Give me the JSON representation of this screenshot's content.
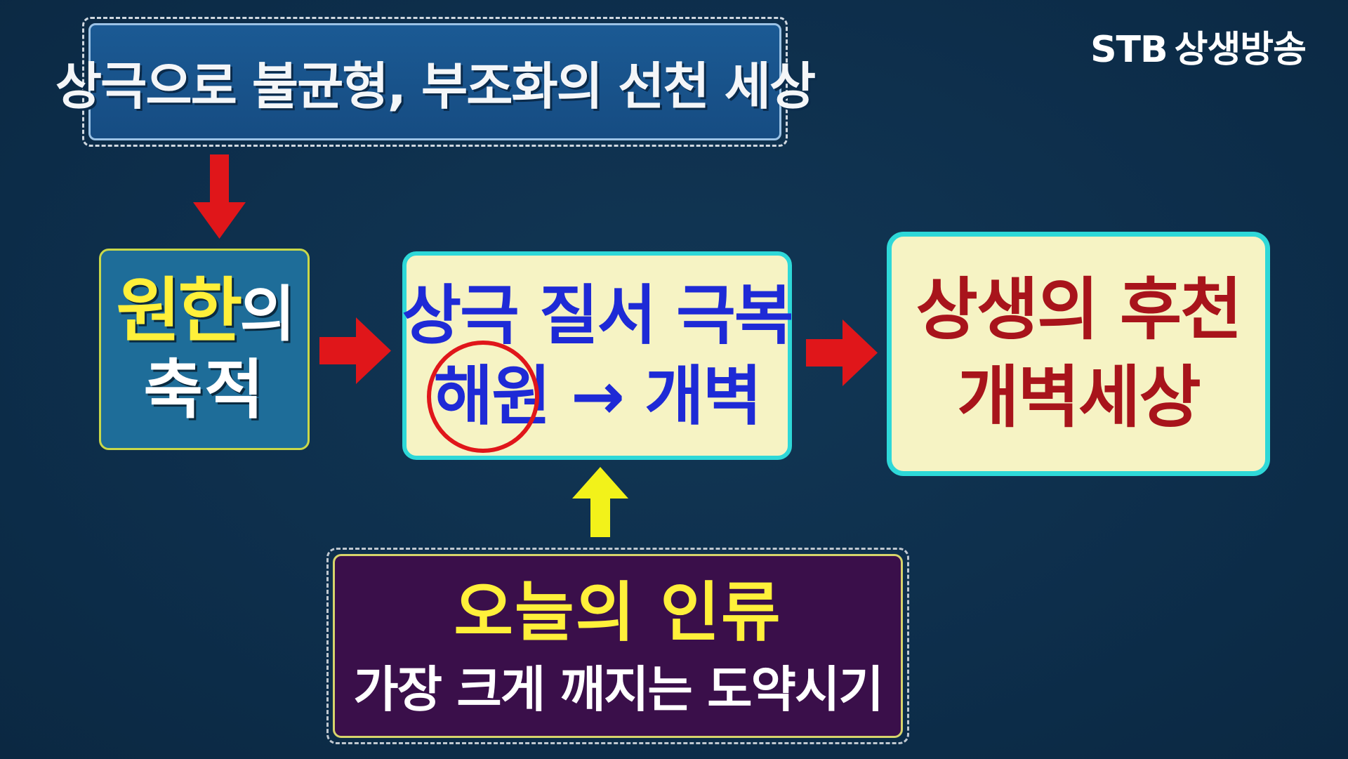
{
  "logo": {
    "brand": "STB",
    "name": "상생방송"
  },
  "top_box": {
    "text": "상극으로 불균형,  부조화의 선천 세상"
  },
  "left_box": {
    "highlight": "원한",
    "suffix": "의",
    "line2": "축적"
  },
  "middle_box": {
    "line1": "상극 질서 극복",
    "circled": "해원",
    "arrow": "→",
    "rest": "개벽"
  },
  "right_box": {
    "line1": "상생의 후천",
    "line2": "개벽세상"
  },
  "bottom_box": {
    "line1": "오늘의 인류",
    "line2": "가장 크게 깨지는 도약시기"
  },
  "colors": {
    "background": "#0d2e4b",
    "red_arrow": "#e0161a",
    "yellow_arrow": "#f2f21a",
    "box_cyan_border": "#2ed8d8",
    "highlight_yellow": "#fff03a",
    "blue_text": "#1e2ad6",
    "dark_red_text": "#a8141b"
  },
  "icons": {
    "down_arrow": "red-down-arrow-icon",
    "right_arrow": "red-right-arrow-icon",
    "up_arrow": "yellow-up-arrow-icon",
    "circle": "red-circle-highlight"
  }
}
